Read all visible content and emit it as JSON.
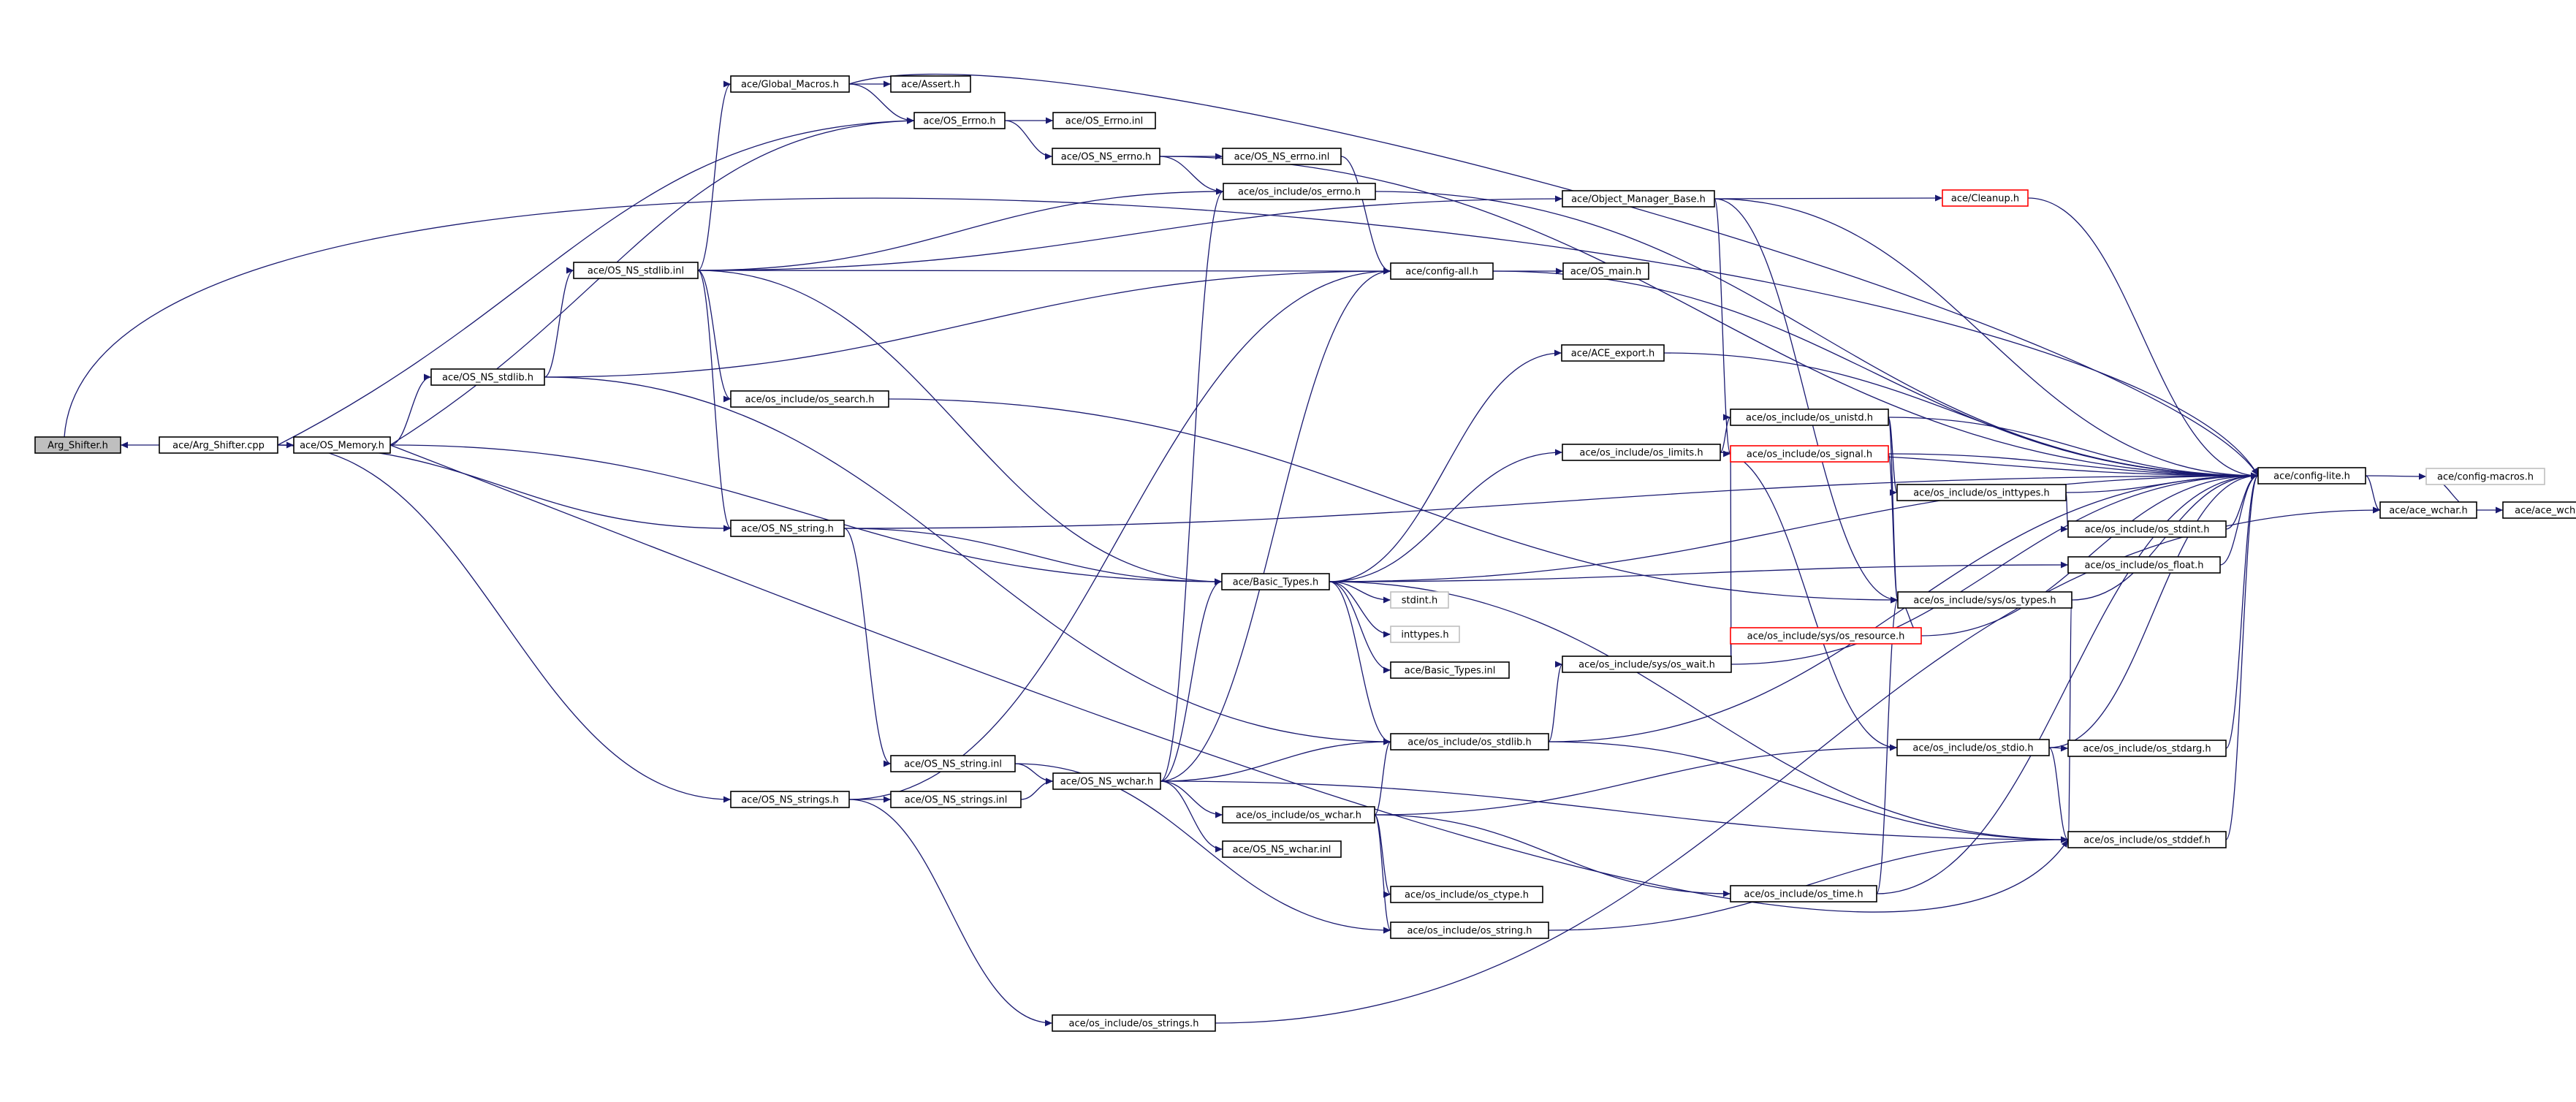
{
  "graph": {
    "nodes": [
      {
        "id": "arg_shifter_h",
        "label": "Arg_Shifter.h"
      },
      {
        "id": "arg_shifter_cpp",
        "label": "ace/Arg_Shifter.cpp"
      },
      {
        "id": "os_memory_h",
        "label": "ace/OS_Memory.h"
      },
      {
        "id": "os_ns_stdlib_h",
        "label": "ace/OS_NS_stdlib.h"
      },
      {
        "id": "os_ns_stdlib_inl",
        "label": "ace/OS_NS_stdlib.inl"
      },
      {
        "id": "global_macros_h",
        "label": "ace/Global_Macros.h"
      },
      {
        "id": "assert_h",
        "label": "ace/Assert.h"
      },
      {
        "id": "os_errno_h",
        "label": "ace/OS_Errno.h"
      },
      {
        "id": "os_errno_inl",
        "label": "ace/OS_Errno.inl"
      },
      {
        "id": "os_ns_errno_h",
        "label": "ace/OS_NS_errno.h"
      },
      {
        "id": "os_ns_errno_inl",
        "label": "ace/OS_NS_errno.inl"
      },
      {
        "id": "os_include_os_errno_h",
        "label": "ace/os_include/os_errno.h"
      },
      {
        "id": "object_manager_base_h",
        "label": "ace/Object_Manager_Base.h"
      },
      {
        "id": "cleanup_h",
        "label": "ace/Cleanup.h"
      },
      {
        "id": "config_all_h",
        "label": "ace/config-all.h"
      },
      {
        "id": "os_main_h",
        "label": "ace/OS_main.h"
      },
      {
        "id": "ace_export_h",
        "label": "ace/ACE_export.h"
      },
      {
        "id": "os_include_os_search_h",
        "label": "ace/os_include/os_search.h"
      },
      {
        "id": "os_include_os_unistd_h",
        "label": "ace/os_include/os_unistd.h"
      },
      {
        "id": "os_include_os_signal_h",
        "label": "ace/os_include/os_signal.h"
      },
      {
        "id": "os_include_os_limits_h",
        "label": "ace/os_include/os_limits.h"
      },
      {
        "id": "os_include_os_inttypes_h",
        "label": "ace/os_include/os_inttypes.h"
      },
      {
        "id": "config_lite_h",
        "label": "ace/config-lite.h"
      },
      {
        "id": "config_macros_h",
        "label": "ace/config-macros.h"
      },
      {
        "id": "ace_wchar_h",
        "label": "ace/ace_wchar.h"
      },
      {
        "id": "ace_wchar_inl",
        "label": "ace/ace_wchar.inl"
      },
      {
        "id": "os_include_os_stdint_h",
        "label": "ace/os_include/os_stdint.h"
      },
      {
        "id": "os_ns_string_h",
        "label": "ace/OS_NS_string.h"
      },
      {
        "id": "basic_types_h",
        "label": "ace/Basic_Types.h"
      },
      {
        "id": "os_include_os_float_h",
        "label": "ace/os_include/os_float.h"
      },
      {
        "id": "stdint_h",
        "label": "stdint.h"
      },
      {
        "id": "os_include_sys_os_types_h",
        "label": "ace/os_include/sys/os_types.h"
      },
      {
        "id": "inttypes_h",
        "label": "inttypes.h"
      },
      {
        "id": "os_include_sys_os_resource_h",
        "label": "ace/os_include/sys/os_resource.h"
      },
      {
        "id": "basic_types_inl",
        "label": "ace/Basic_Types.inl"
      },
      {
        "id": "os_include_sys_os_wait_h",
        "label": "ace/os_include/sys/os_wait.h"
      },
      {
        "id": "os_include_os_stdlib_h",
        "label": "ace/os_include/os_stdlib.h"
      },
      {
        "id": "os_include_os_stdio_h",
        "label": "ace/os_include/os_stdio.h"
      },
      {
        "id": "os_include_os_stdarg_h",
        "label": "ace/os_include/os_stdarg.h"
      },
      {
        "id": "os_ns_string_inl",
        "label": "ace/OS_NS_string.inl"
      },
      {
        "id": "os_ns_wchar_h",
        "label": "ace/OS_NS_wchar.h"
      },
      {
        "id": "os_ns_strings_h",
        "label": "ace/OS_NS_strings.h"
      },
      {
        "id": "os_ns_strings_inl",
        "label": "ace/OS_NS_strings.inl"
      },
      {
        "id": "os_include_os_wchar_h",
        "label": "ace/os_include/os_wchar.h"
      },
      {
        "id": "os_ns_wchar_inl",
        "label": "ace/OS_NS_wchar.inl"
      },
      {
        "id": "os_include_os_stddef_h",
        "label": "ace/os_include/os_stddef.h"
      },
      {
        "id": "os_include_os_ctype_h",
        "label": "ace/os_include/os_ctype.h"
      },
      {
        "id": "os_include_os_time_h",
        "label": "ace/os_include/os_time.h"
      },
      {
        "id": "os_include_os_string_h",
        "label": "ace/os_include/os_string.h"
      },
      {
        "id": "os_include_os_strings_h",
        "label": "ace/os_include/os_strings.h"
      }
    ],
    "edge_color": "#191970",
    "root_fill": "#bfbfbf",
    "truncated_border_color": "#ff0000",
    "undocumented_border_color": "#c0c0c0"
  }
}
